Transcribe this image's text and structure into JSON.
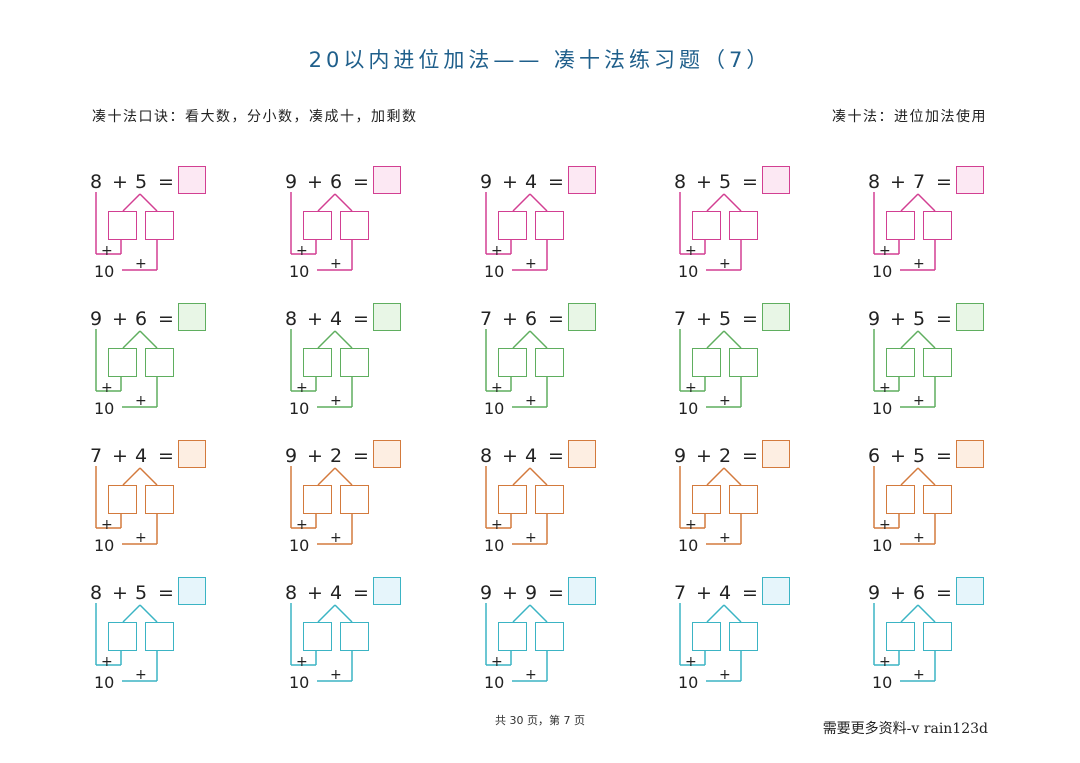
{
  "title": "20以内进位加法—— 凑十法练习题（7）",
  "rhyme": "凑十法口诀：看大数，分小数，凑成十，加剩数",
  "usage": "凑十法：进位加法使用",
  "plus_sign": "+",
  "equals_sign": "=",
  "ten_label": "10",
  "row_colors": [
    "#d23f92",
    "#5fae5f",
    "#d37a3d",
    "#3bb4c4"
  ],
  "answer_box_fills": [
    "#fce8f3",
    "#e8f6e6",
    "#fdeee2",
    "#e6f5fb"
  ],
  "rows": [
    [
      {
        "a": "8",
        "b": "5"
      },
      {
        "a": "9",
        "b": "6"
      },
      {
        "a": "9",
        "b": "4"
      },
      {
        "a": "8",
        "b": "5"
      },
      {
        "a": "8",
        "b": "7"
      }
    ],
    [
      {
        "a": "9",
        "b": "6"
      },
      {
        "a": "8",
        "b": "4"
      },
      {
        "a": "7",
        "b": "6"
      },
      {
        "a": "7",
        "b": "5"
      },
      {
        "a": "9",
        "b": "5"
      }
    ],
    [
      {
        "a": "7",
        "b": "4"
      },
      {
        "a": "9",
        "b": "2"
      },
      {
        "a": "8",
        "b": "4"
      },
      {
        "a": "9",
        "b": "2"
      },
      {
        "a": "6",
        "b": "5"
      }
    ],
    [
      {
        "a": "8",
        "b": "5"
      },
      {
        "a": "8",
        "b": "4"
      },
      {
        "a": "9",
        "b": "9"
      },
      {
        "a": "7",
        "b": "4"
      },
      {
        "a": "9",
        "b": "6"
      }
    ]
  ],
  "footer": "共 30 页，第 7 页",
  "watermark": "需要更多资料-v rain123d"
}
